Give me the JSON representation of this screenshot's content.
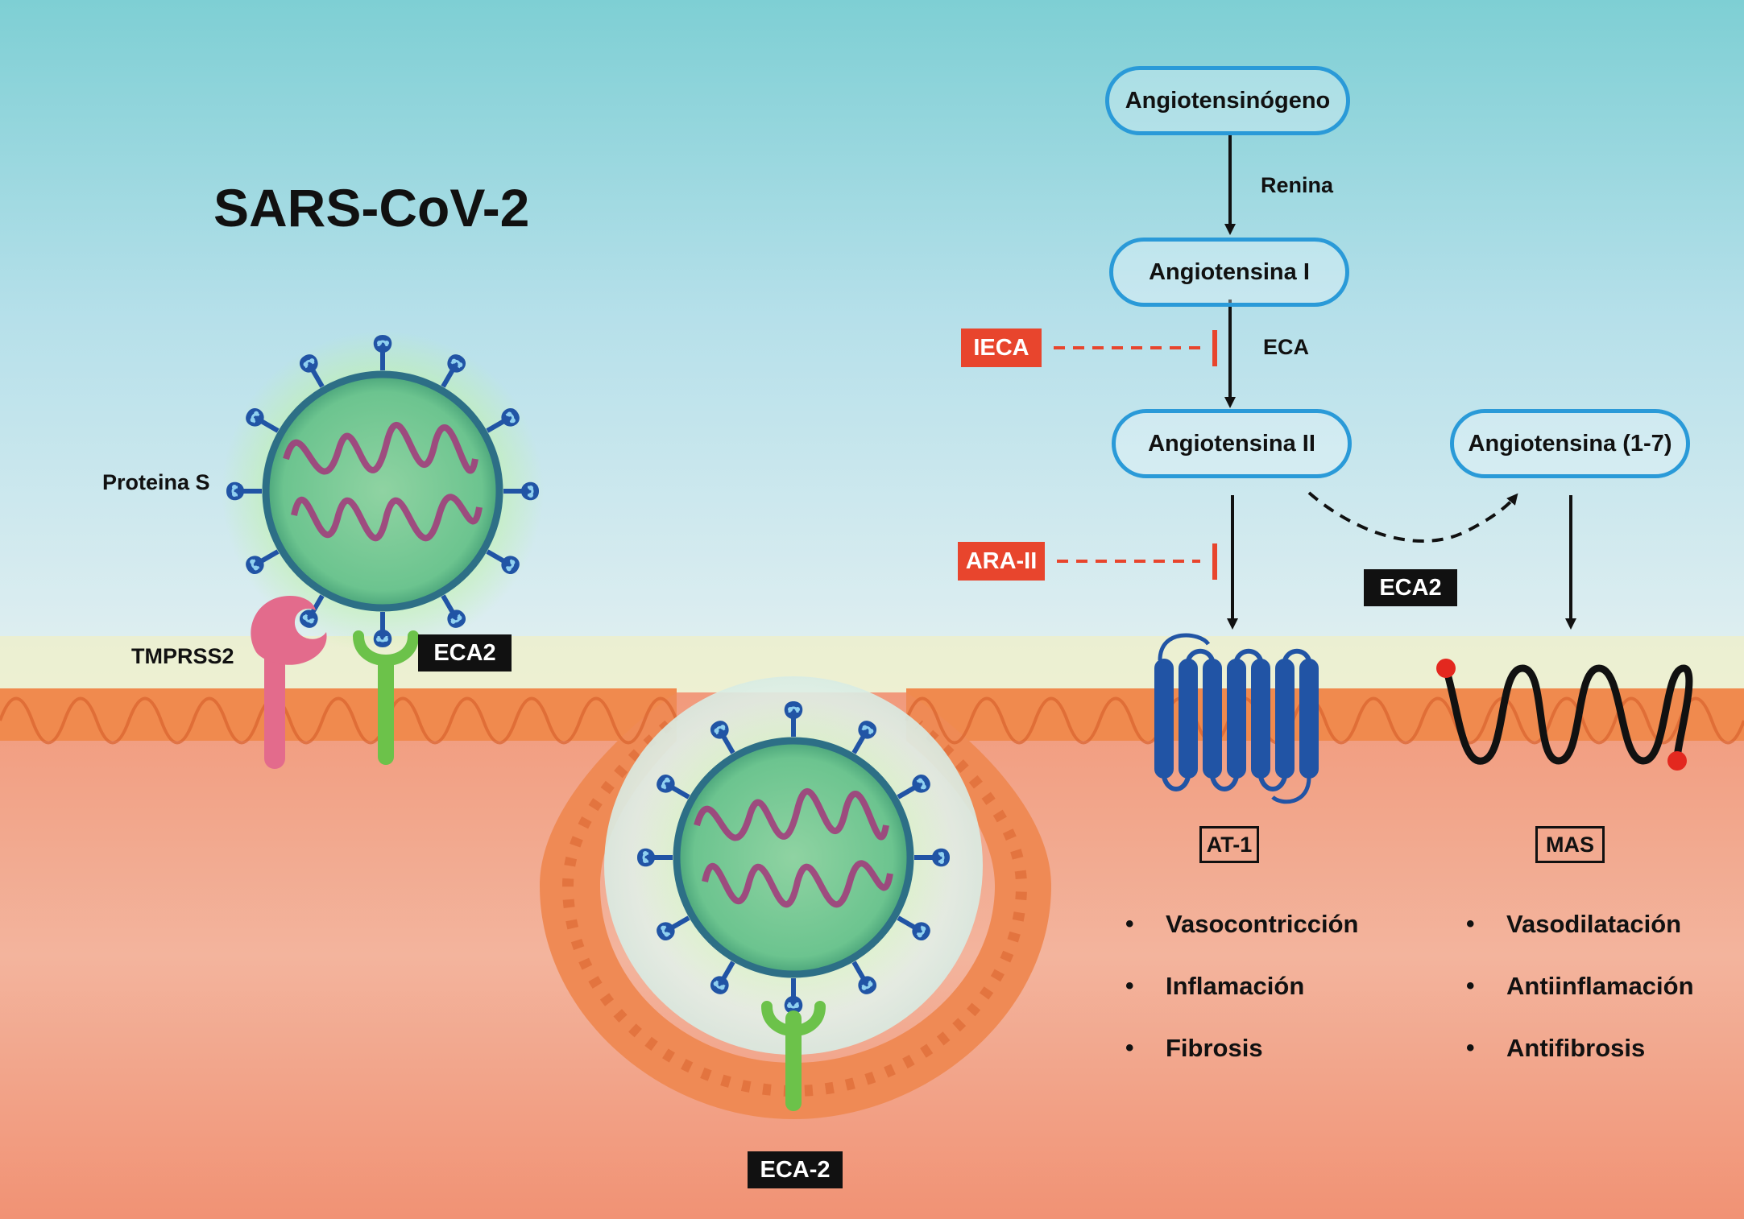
{
  "title": "SARS-CoV-2",
  "virus_labels": {
    "spike": "Proteina S",
    "tmprss2": "TMPRSS2",
    "eca2_receptor": "ECA2",
    "eca2_internal": "ECA-2"
  },
  "pathway": {
    "nodes": {
      "angiotensinogen": "Angiotensinógeno",
      "angiotensin_i": "Angiotensina I",
      "angiotensin_ii": "Angiotensina II",
      "angiotensin_1_7": "Angiotensina (1-7)"
    },
    "enzymes": {
      "renin": "Renina",
      "eca": "ECA",
      "eca2": "ECA2"
    },
    "inhibitors": {
      "ieca": "IECA",
      "ara_ii": "ARA-II"
    },
    "receptors": {
      "at1": "AT-1",
      "mas": "MAS"
    }
  },
  "effects_at1": [
    "Vasocontricción",
    "Inflamación",
    "Fibrosis"
  ],
  "effects_mas": [
    "Vasodilatación",
    "Antiinflamación",
    "Antifibrosis"
  ],
  "colors": {
    "sky_top": "#7fcfd3",
    "sky_bottom": "#e0f0f4",
    "membrane": "#f08a4e",
    "cytoplasm": "#f4a98e",
    "pathway_box": "#2a9ad8",
    "inhibitor": "#e8452d",
    "virus_body": "#6cc48f",
    "spike": "#2154a5",
    "rna": "#a3357a",
    "tmprss2": "#e36b8c",
    "ace2": "#6cc24a",
    "at1_receptor": "#2154a5",
    "mas_receptor": "#111111",
    "mas_ends": "#e3281f"
  }
}
